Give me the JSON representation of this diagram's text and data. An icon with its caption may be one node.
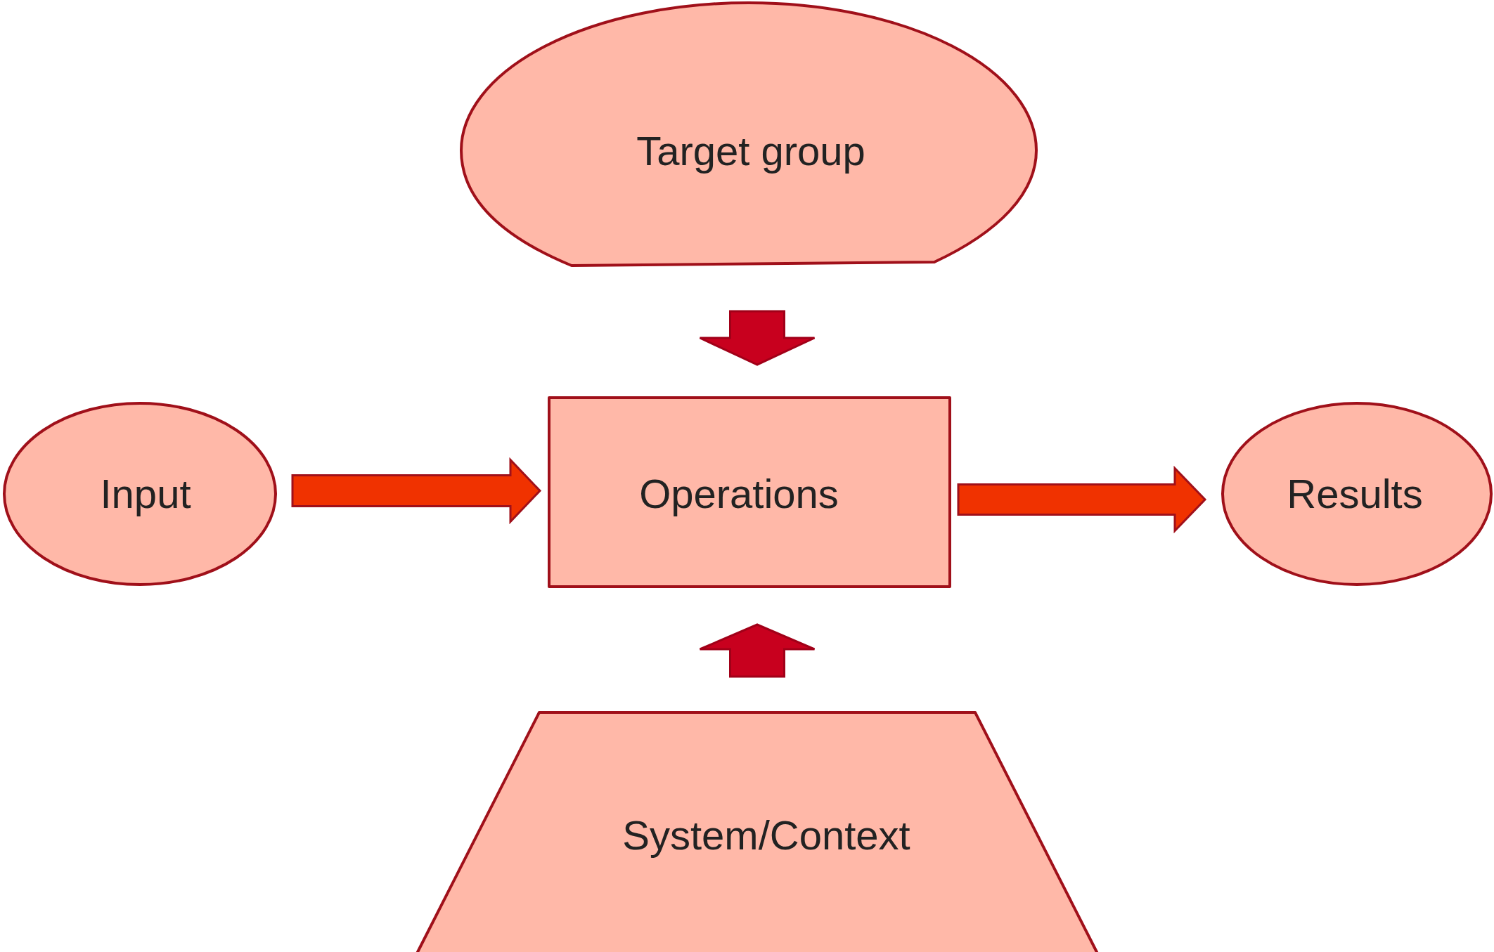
{
  "diagram": {
    "nodes": [
      {
        "text": [
          "Target group"
        ]
      },
      {
        "text": [
          "Input"
        ]
      },
      {
        "text": [
          "Operations"
        ]
      },
      {
        "text": [
          "Results"
        ]
      },
      {
        "text": [
          "System/Context"
        ]
      }
    ],
    "edges": [
      {
        "from": 0,
        "to": 2,
        "arrow": "to",
        "color": "#c8001e"
      },
      {
        "from": 1,
        "to": 2,
        "arrow": "to"
      },
      {
        "from": 2,
        "to": 3,
        "arrow": "to"
      },
      {
        "from": 4,
        "to": 2,
        "arrow": "to",
        "color": "#c8001e"
      }
    ]
  }
}
